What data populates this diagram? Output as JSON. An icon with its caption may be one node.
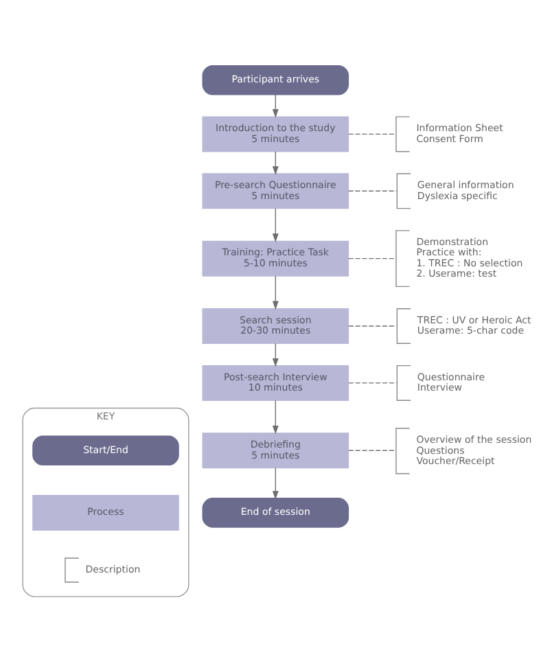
{
  "diagram": {
    "nodes": [
      {
        "text": [
          "Participant arrives"
        ]
      },
      {
        "text": [
          "Introduction to the study",
          "5 minutes"
        ]
      },
      {
        "text": [
          "Information Sheet",
          "Consent Form"
        ]
      },
      {
        "text": [
          "Pre-search Questionnaire",
          "5 minutes"
        ]
      },
      {
        "text": [
          "General information",
          "Dyslexia specific"
        ]
      },
      {
        "text": [
          "Training: Practice Task",
          "5-10 minutes"
        ]
      },
      {
        "text": [
          "Demonstration",
          "Practice with:",
          "1. TREC : No selection",
          "2. Userame: test"
        ]
      },
      {
        "text": [
          "Search session",
          "20-30 minutes"
        ]
      },
      {
        "text": [
          "TREC : UV or Heroic Act",
          "Userame: 5-char code"
        ]
      },
      {
        "text": [
          "Post-search Interview",
          "10 minutes"
        ]
      },
      {
        "text": [
          "Questionnaire",
          "Interview"
        ]
      },
      {
        "text": [
          "Debriefing",
          "5 minutes"
        ]
      },
      {
        "text": [
          "Overview of the session",
          "Questions",
          "Voucher/Receipt"
        ]
      },
      {
        "text": [
          "End of session"
        ]
      },
      {
        "text": [
          "KEY"
        ]
      },
      {
        "text": [
          "Start/End"
        ],
        "in": 14
      },
      {
        "text": [
          "Process"
        ],
        "in": 14
      },
      {
        "text": [
          "Description"
        ],
        "in": 14
      }
    ],
    "edges": [
      {
        "from": 0,
        "to": 1,
        "arrow": "to"
      },
      {
        "from": 1,
        "to": 2,
        "arrow": "none",
        "style": "dashed"
      },
      {
        "from": 1,
        "to": 3,
        "arrow": "to"
      },
      {
        "from": 3,
        "to": 4,
        "arrow": "none",
        "style": "dashed"
      },
      {
        "from": 3,
        "to": 5,
        "arrow": "to"
      },
      {
        "from": 5,
        "to": 6,
        "arrow": "none",
        "style": "dashed"
      },
      {
        "from": 5,
        "to": 7,
        "arrow": "to"
      },
      {
        "from": 7,
        "to": 8,
        "arrow": "none",
        "style": "dashed"
      },
      {
        "from": 7,
        "to": 9,
        "arrow": "to"
      },
      {
        "from": 9,
        "to": 10,
        "arrow": "none",
        "style": "dashed"
      },
      {
        "from": 9,
        "to": 11,
        "arrow": "to"
      },
      {
        "from": 11,
        "to": 12,
        "arrow": "none",
        "style": "dashed"
      },
      {
        "from": 11,
        "to": 13,
        "arrow": "to"
      }
    ]
  }
}
